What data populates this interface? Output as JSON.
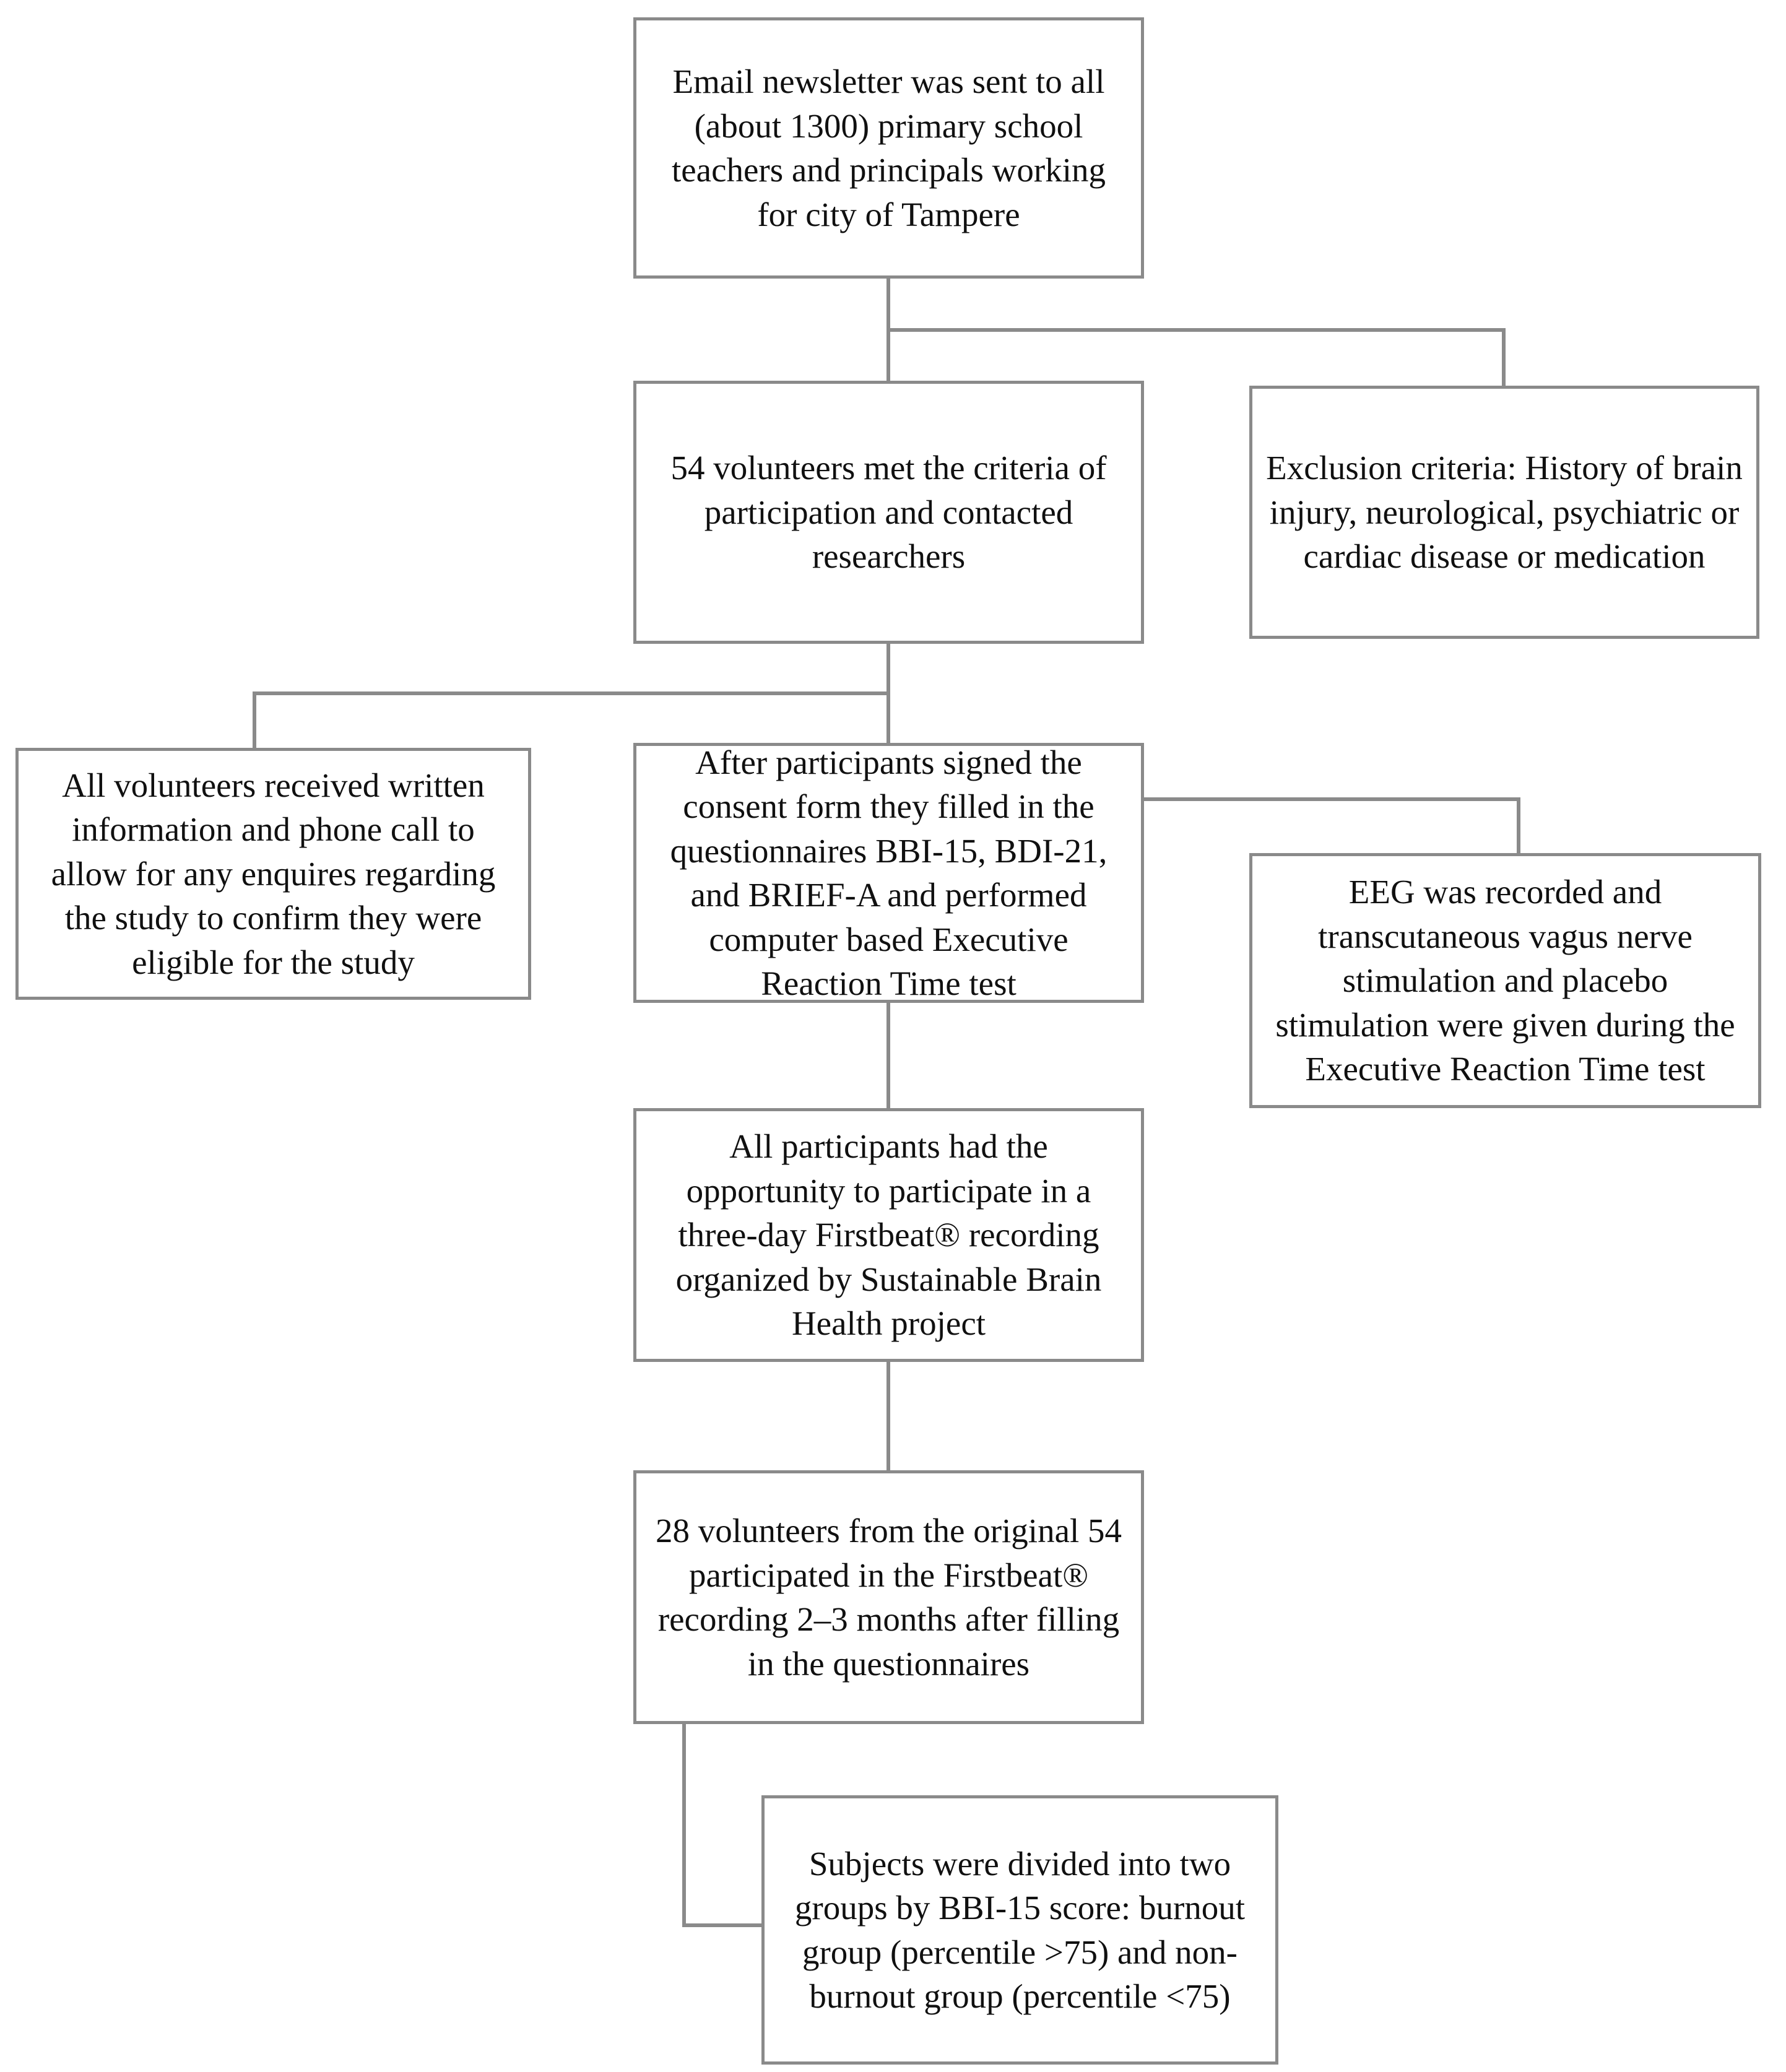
{
  "diagram": {
    "title": "Study participant flow diagram",
    "type": "flowchart",
    "border_color": "#8a8a8a",
    "text_color": "#101010",
    "background_color": "#ffffff",
    "nodes": [
      {
        "id": "email-newsletter",
        "text": "Email newsletter was sent to all\n(about 1300) primary school\nteachers and principals working\nfor city of Tampere"
      },
      {
        "id": "volunteers-met-criteria",
        "text": "54 volunteers met the criteria of\nparticipation and contacted\nresearchers"
      },
      {
        "id": "exclusion-criteria",
        "text": "Exclusion criteria: History of brain\ninjury, neurological, psychiatric or\ncardiac disease or medication"
      },
      {
        "id": "written-information",
        "text": "All volunteers received written\ninformation and phone call to\nallow for any enquires regarding\nthe study to confirm they were\neligible for the study"
      },
      {
        "id": "consent-and-questionnaires",
        "text": "After participants signed the\nconsent form they filled in the\nquestionnaires BBI-15, BDI-21,\nand BRIEF-A and performed\ncomputer based Executive\nReaction Time test"
      },
      {
        "id": "eeg-recording",
        "text": "EEG was recorded and\ntranscutaneous vagus nerve\nstimulation and placebo\nstimulation were given during the\nExecutive Reaction Time test"
      },
      {
        "id": "firstbeat-opportunity",
        "text": "All participants had the\nopportunity to participate in a\nthree-day Firstbeat® recording\norganized by Sustainable Brain\nHealth project"
      },
      {
        "id": "firstbeat-participation",
        "text": "28 volunteers from the original 54\nparticipated in the Firstbeat®\nrecording 2–3 months after filling\nin the questionnaires"
      },
      {
        "id": "group-division",
        "text": "Subjects were divided into two\ngroups by BBI-15 score: burnout\ngroup (percentile >75) and non-\nburnout group (percentile <75)"
      }
    ]
  }
}
